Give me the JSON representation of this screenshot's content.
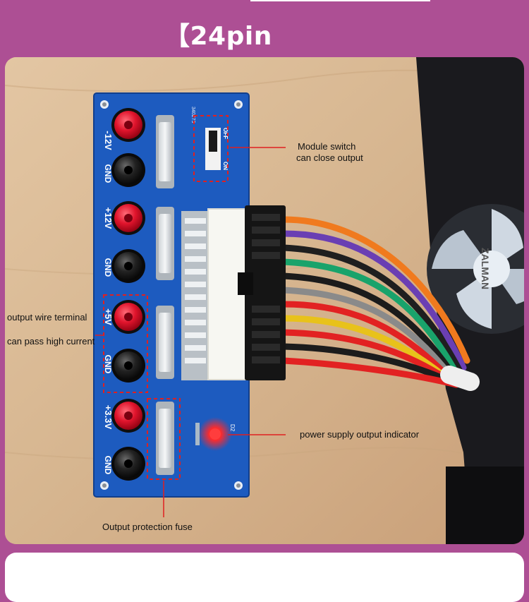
{
  "header": {
    "title": "【24pin"
  },
  "callouts": {
    "switch_line1": "Module switch",
    "switch_line2": "can close output",
    "terminal_line1": "output wire terminal",
    "terminal_line2": "can pass high current",
    "indicator": "power supply output indicator",
    "fuse": "Output protection fuse"
  },
  "board": {
    "labels": {
      "minus12": "-12V",
      "gnd1": "GND",
      "plus12": "+12V",
      "gnd2": "GND",
      "plus5": "+5V",
      "gnd3": "GND",
      "plus33": "+3.3V",
      "gnd4": "GND",
      "off": "OFF",
      "on": "ON",
      "serial": "340279",
      "led_ref": "D2"
    }
  },
  "monitor_text": "ZALMAN",
  "colors": {
    "background": "#ad4f94",
    "board": "#1d5bbf",
    "annotation": "#e02020",
    "wood": "#d6b58f"
  }
}
